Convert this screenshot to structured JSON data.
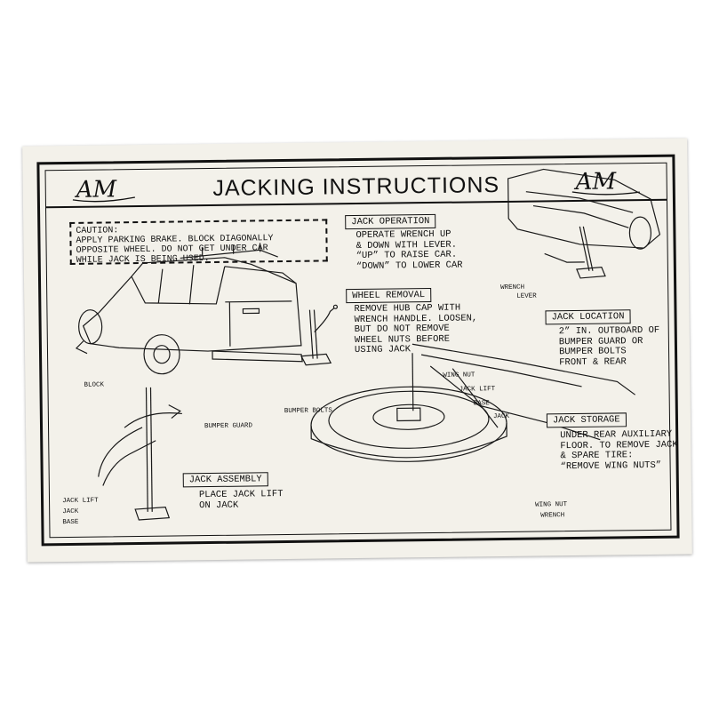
{
  "header": {
    "title": "JACKING INSTRUCTIONS",
    "logo_text": "AM"
  },
  "caution": {
    "heading": "CAUTION:",
    "lines": [
      "APPLY PARKING BRAKE. BLOCK DIAGONALLY",
      "OPPOSITE WHEEL. DO NOT GET UNDER CAR",
      "WHILE JACK IS BEING USED."
    ]
  },
  "jack_operation": {
    "label": "JACK OPERATION",
    "lines": [
      "OPERATE WRENCH UP",
      "& DOWN WITH LEVER.",
      "“UP” TO RAISE CAR.",
      "“DOWN” TO LOWER CAR"
    ]
  },
  "wheel_removal": {
    "label": "WHEEL REMOVAL",
    "lines": [
      "REMOVE HUB CAP WITH",
      "WRENCH HANDLE. LOOSEN,",
      "BUT DO NOT REMOVE",
      "WHEEL NUTS BEFORE",
      "USING JACK"
    ]
  },
  "jack_location": {
    "label": "JACK LOCATION",
    "lines": [
      "2” IN. OUTBOARD OF",
      "BUMPER GUARD OR",
      "BUMPER BOLTS",
      "FRONT & REAR"
    ]
  },
  "jack_storage": {
    "label": "JACK STORAGE",
    "lines": [
      "UNDER REAR AUXILIARY",
      "FLOOR. TO REMOVE JACK",
      "& SPARE TIRE:",
      "“REMOVE WING NUTS”"
    ]
  },
  "jack_assembly": {
    "label": "JACK ASSEMBLY",
    "lines": [
      "PLACE JACK LIFT",
      "ON JACK"
    ]
  },
  "callouts": {
    "block": "BLOCK",
    "bumper_guard": "BUMPER GUARD",
    "bumper_bolts": "BUMPER BOLTS",
    "wrench_lever_1": "WRENCH",
    "wrench_lever_2": "LEVER",
    "wing_nut_top": "WING NUT",
    "jack_lift_storage": "JACK LIFT",
    "base_storage": "BASE",
    "jack_storage": "JACK",
    "wing_nut_bottom": "WING NUT",
    "wrench_storage": "WRENCH",
    "jack_lift_assembly": "JACK LIFT",
    "jack_assembly": "JACK",
    "base_assembly": "BASE"
  }
}
